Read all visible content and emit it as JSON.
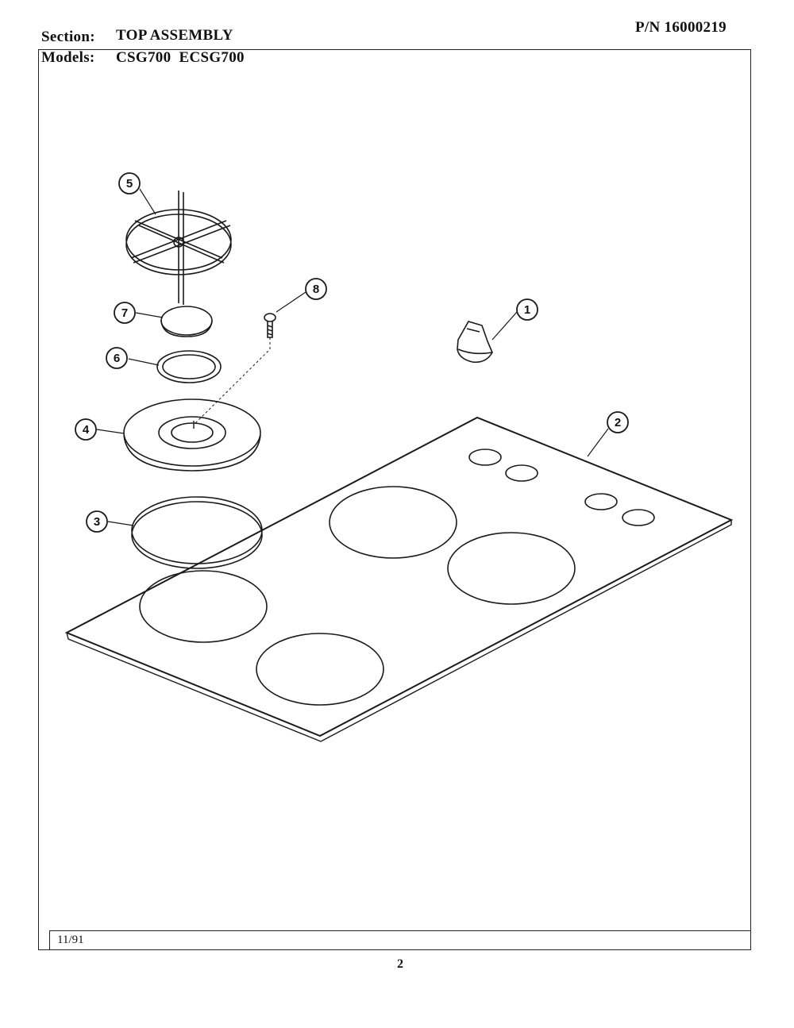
{
  "header": {
    "section_label": "Section:",
    "section_value": "TOP ASSEMBLY",
    "part_number": "P/N 16000219",
    "models_label": "Models:",
    "models_value": "CSG700  ECSG700"
  },
  "footer": {
    "date": "11/91",
    "page_number": "2"
  },
  "callouts": [
    "1",
    "2",
    "3",
    "4",
    "5",
    "6",
    "7",
    "8"
  ]
}
